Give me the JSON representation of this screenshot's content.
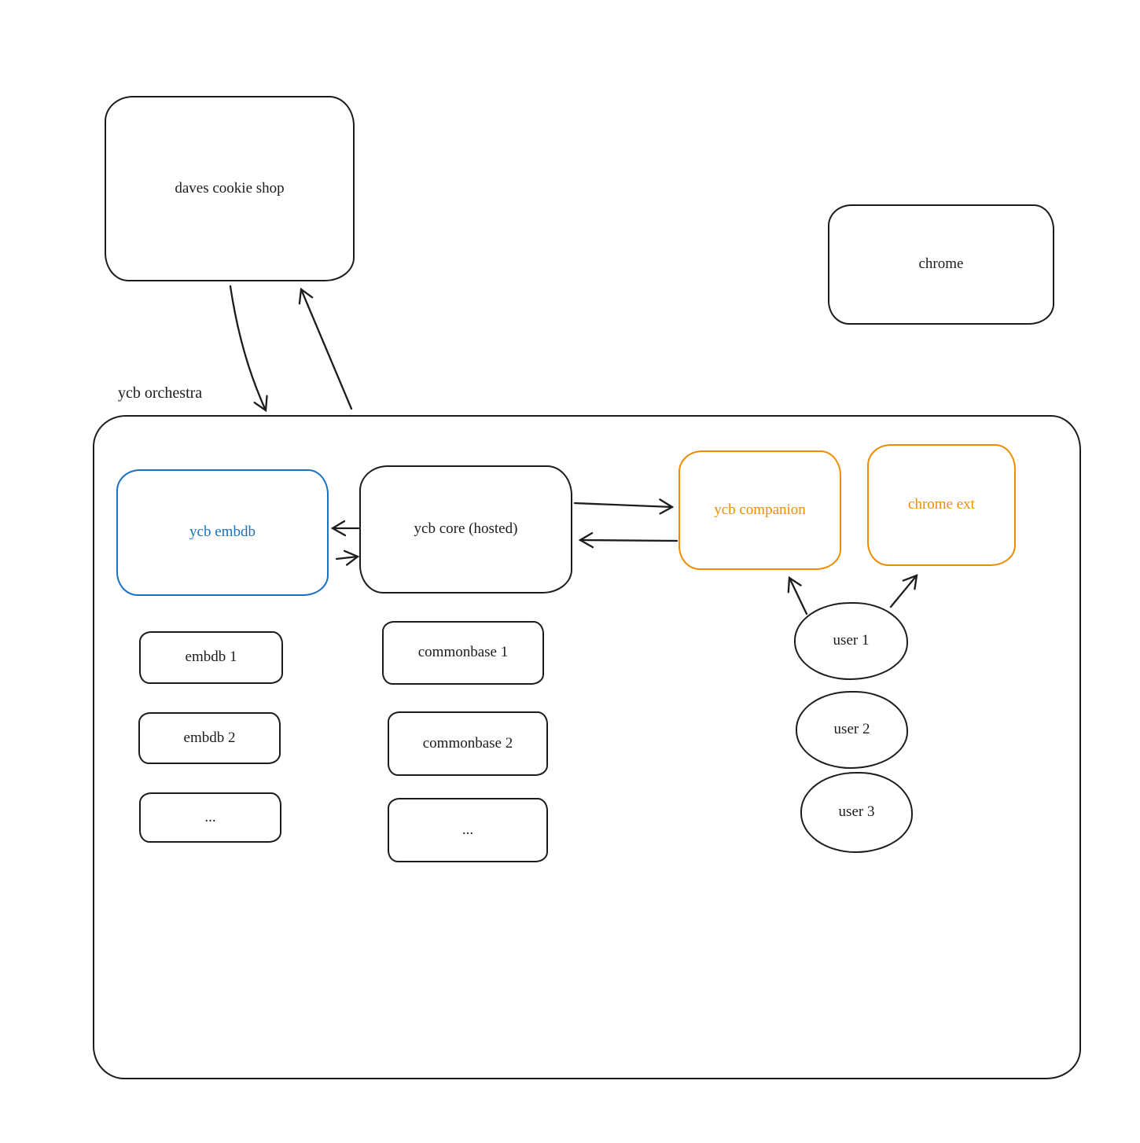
{
  "diagram": {
    "nodes": {
      "daves_cookie_shop": {
        "label": "daves cookie shop"
      },
      "chrome": {
        "label": "chrome"
      },
      "ycb_orchestra": {
        "label": "ycb orchestra"
      },
      "ycb_embdb": {
        "label": "ycb embdb",
        "accent": "#1971c2"
      },
      "ycb_core": {
        "label": "ycb core (hosted)"
      },
      "ycb_companion": {
        "label": "ycb companion",
        "accent": "#f08c00"
      },
      "chrome_ext": {
        "label": "chrome ext",
        "accent": "#f08c00"
      },
      "embdb_1": {
        "label": "embdb 1"
      },
      "embdb_2": {
        "label": "embdb 2"
      },
      "embdb_more": {
        "label": "..."
      },
      "commonbase_1": {
        "label": "commonbase 1"
      },
      "commonbase_2": {
        "label": "commonbase 2"
      },
      "commonbase_more": {
        "label": "..."
      },
      "user_1": {
        "label": "user 1"
      },
      "user_2": {
        "label": "user 2"
      },
      "user_3": {
        "label": "user 3"
      }
    },
    "edges": [
      {
        "from": "daves cookie shop",
        "to": "ycb orchestra"
      },
      {
        "from": "ycb orchestra",
        "to": "daves cookie shop"
      },
      {
        "from": "ycb core (hosted)",
        "to": "ycb embdb"
      },
      {
        "from": "ycb embdb",
        "to": "ycb core (hosted)"
      },
      {
        "from": "ycb core (hosted)",
        "to": "ycb companion"
      },
      {
        "from": "ycb companion",
        "to": "ycb core (hosted)"
      },
      {
        "from": "user 1",
        "to": "ycb companion"
      },
      {
        "from": "user 1",
        "to": "chrome ext"
      }
    ],
    "colors": {
      "ink": "#1c1c1c",
      "blue": "#1971c2",
      "orange": "#f08c00",
      "background": "#ffffff"
    }
  }
}
